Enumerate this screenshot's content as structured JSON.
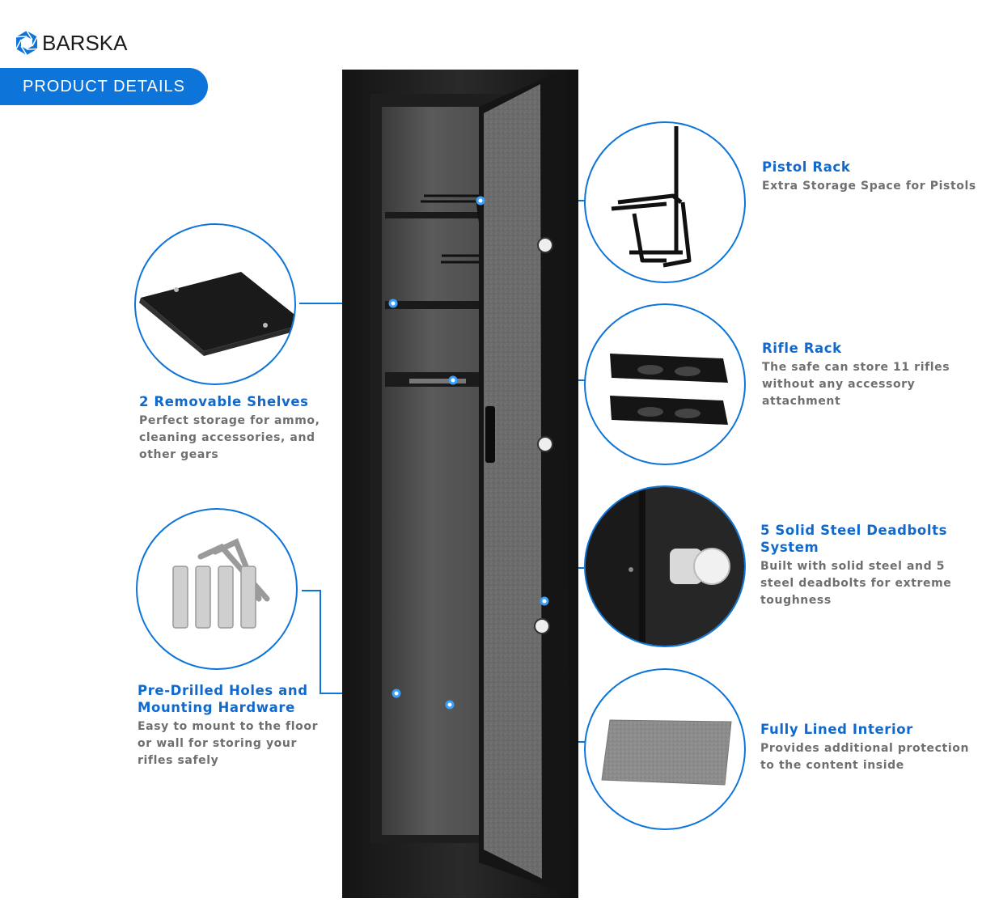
{
  "brand": {
    "logo_text": "BARSKA",
    "blue": "#0d74d9",
    "title_blue": "#1169cc",
    "desc_gray": "#6f6f6f"
  },
  "header": {
    "section_label": "PRODUCT DETAILS"
  },
  "features": [
    {
      "title": "Pistol Rack",
      "description": "Extra Storage Space for Pistols",
      "icon": "pistol-rack-icon"
    },
    {
      "title": "2 Removable Shelves",
      "description": "Perfect storage for ammo, cleaning accessories, and other gears",
      "icon": "shelf-icon"
    },
    {
      "title": "Rifle Rack",
      "description": "The safe can store 11 rifles without any accessory attachment",
      "icon": "rifle-rack-icon"
    },
    {
      "title": "5 Solid Steel Deadbolts System",
      "description": "Built with solid steel and 5 steel deadbolts for extreme toughness",
      "icon": "deadbolt-icon"
    },
    {
      "title": "Pre-Drilled Holes and Mounting Hardware",
      "description": "Easy to mount to the floor or wall for storing your rifles safely",
      "icon": "mounting-hardware-icon"
    },
    {
      "title": "Fully Lined Interior",
      "description": "Provides additional protection to the content inside",
      "icon": "felt-lining-icon"
    }
  ]
}
